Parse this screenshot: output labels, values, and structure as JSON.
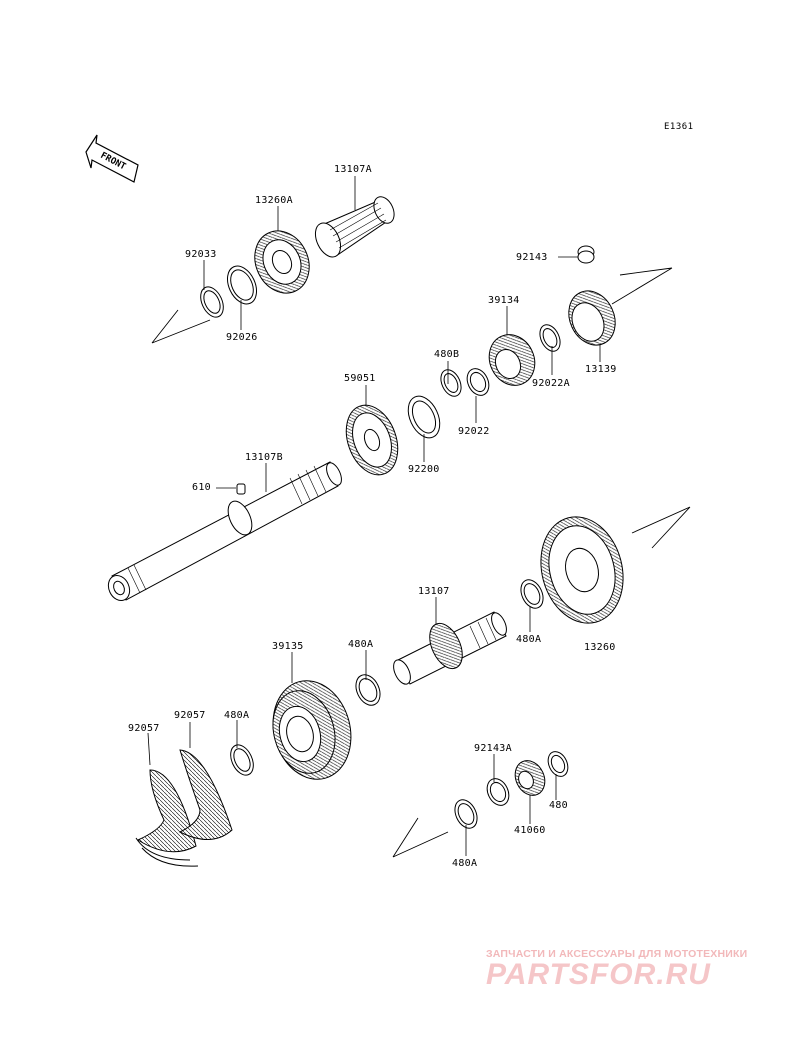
{
  "diagram": {
    "code": "E1361",
    "front_label": "FRONT",
    "parts": [
      "13107A",
      "13260A",
      "92033",
      "92026",
      "92143",
      "39134",
      "13139",
      "480B",
      "92022A",
      "59051",
      "92022",
      "92200",
      "13107B",
      "610",
      "13107",
      "480A",
      "13260",
      "39135",
      "92057",
      "92143A",
      "480",
      "41060"
    ]
  },
  "watermark": {
    "tagline": "ЗАПЧАСТИ И АКСЕССУАРЫ ДЛЯ МОТОТЕХНИКИ",
    "logo": "PARTSFOR.RU",
    "color": "#f2b8ba"
  }
}
